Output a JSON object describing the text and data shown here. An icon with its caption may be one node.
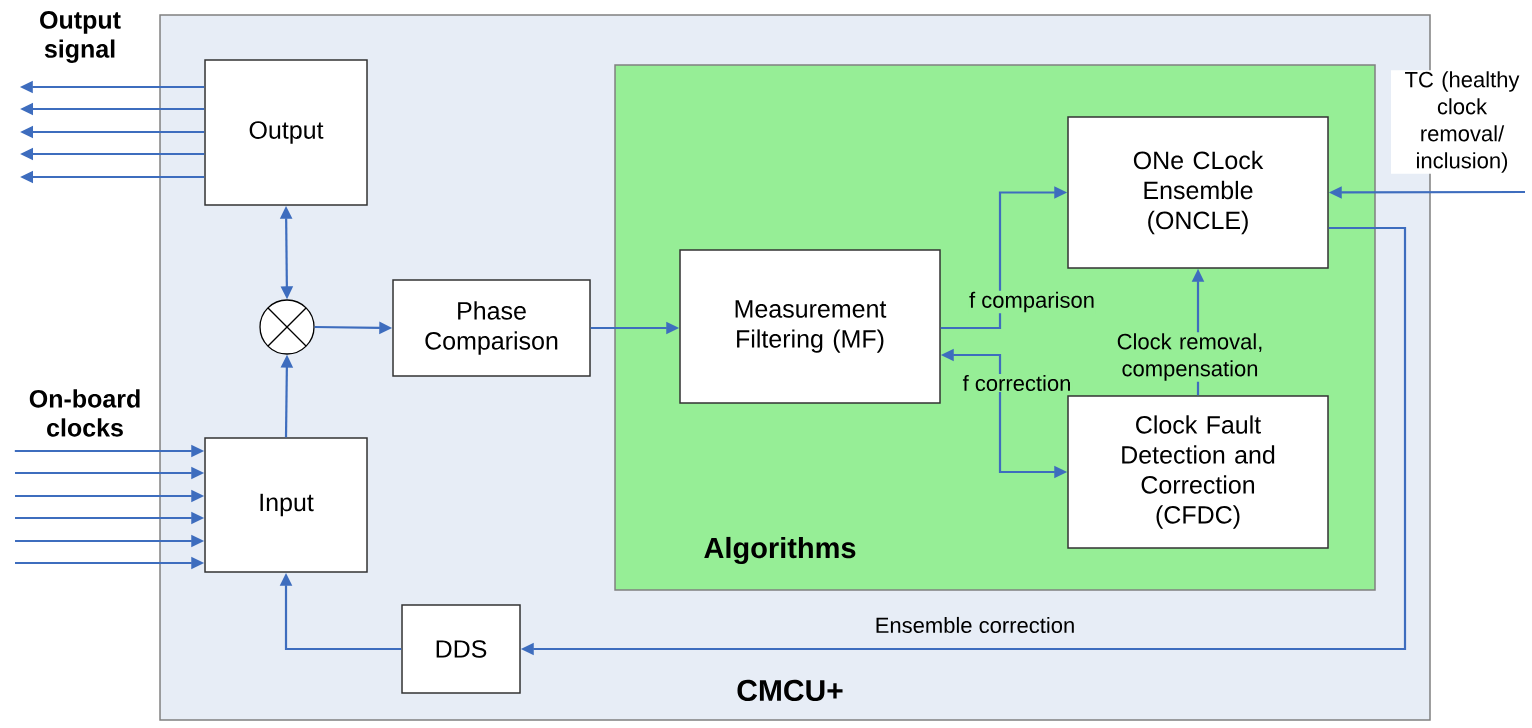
{
  "diagram": {
    "nodes": [
      {
        "text": [
          "CMCU+"
        ]
      },
      {
        "text": [
          "Output"
        ],
        "in": 0
      },
      {
        "text": [
          "Input"
        ],
        "in": 0
      },
      {
        "text": [],
        "shape": "circle",
        "in": 0
      },
      {
        "text": [
          "Phase Comparison"
        ],
        "in": 0
      },
      {
        "text": [
          "Algorithms"
        ],
        "in": 0
      },
      {
        "text": [
          "Measurement Filtering (MF)"
        ],
        "in": 5
      },
      {
        "text": [
          "ONe CLock Ensemble (ONCLE)"
        ],
        "in": 5
      },
      {
        "text": [
          "Clock Fault Detection and Correction (CFDC)"
        ],
        "in": 5
      },
      {
        "text": [
          "DDS"
        ],
        "in": 0
      },
      {
        "text": [
          "Output signal"
        ]
      },
      {
        "text": [
          "On-board clocks"
        ]
      }
    ],
    "edges": [
      {
        "from": 1,
        "to": 10,
        "arrow": "to"
      },
      {
        "from": 1,
        "to": null,
        "arrow": "to"
      },
      {
        "from": 1,
        "to": null,
        "arrow": "to"
      },
      {
        "from": 1,
        "to": null,
        "arrow": "to"
      },
      {
        "from": 1,
        "to": null,
        "arrow": "to"
      },
      {
        "from": 11,
        "to": 2,
        "arrow": "to"
      },
      {
        "from": null,
        "to": 2,
        "arrow": "to"
      },
      {
        "from": null,
        "to": 2,
        "arrow": "to"
      },
      {
        "from": null,
        "to": 2,
        "arrow": "to"
      },
      {
        "from": null,
        "to": 2,
        "arrow": "to"
      },
      {
        "from": null,
        "to": 2,
        "arrow": "to"
      },
      {
        "from": 1,
        "to": 3,
        "arrow": "both"
      },
      {
        "from": 2,
        "to": 3,
        "arrow": "to"
      },
      {
        "from": 3,
        "to": 4,
        "arrow": "to"
      },
      {
        "from": 4,
        "to": 6,
        "arrow": "to"
      },
      {
        "from": 6,
        "to": 7,
        "arrow": "to",
        "label": "f comparison"
      },
      {
        "from": 8,
        "to": 6,
        "arrow": "both",
        "label": "f correction"
      },
      {
        "from": 8,
        "to": 7,
        "arrow": "to",
        "label": "Clock removal, compensation"
      },
      {
        "from": 7,
        "to": 9,
        "arrow": "to",
        "label": "Ensemble correction"
      },
      {
        "from": 9,
        "to": 2,
        "arrow": "to"
      },
      {
        "from": null,
        "to": 7,
        "arrow": "to",
        "label": "TC (healthy clock removal/ inclusion)"
      }
    ]
  }
}
